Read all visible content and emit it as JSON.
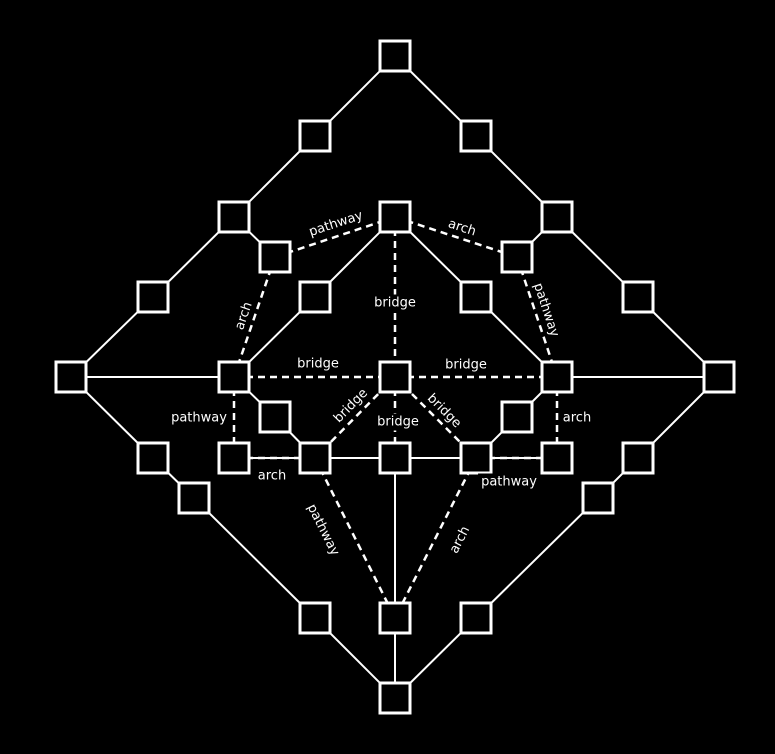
{
  "colors": {
    "background": "#000000",
    "foreground": "#ffffff"
  },
  "nodes": [
    {
      "id": "top"
    },
    {
      "id": "ul1"
    },
    {
      "id": "ur1"
    },
    {
      "id": "ul2"
    },
    {
      "id": "ur2"
    },
    {
      "id": "ul3"
    },
    {
      "id": "ur3"
    },
    {
      "id": "left"
    },
    {
      "id": "right"
    },
    {
      "id": "ll1"
    },
    {
      "id": "lr1"
    },
    {
      "id": "ll2"
    },
    {
      "id": "lr2"
    },
    {
      "id": "ll3"
    },
    {
      "id": "lr3"
    },
    {
      "id": "bottom"
    },
    {
      "id": "itop"
    },
    {
      "id": "ileft"
    },
    {
      "id": "iright"
    },
    {
      "id": "ibottom"
    },
    {
      "id": "center"
    },
    {
      "id": "iul"
    },
    {
      "id": "iur"
    },
    {
      "id": "icl"
    },
    {
      "id": "icr"
    },
    {
      "id": "ilu"
    },
    {
      "id": "iru"
    },
    {
      "id": "ibl"
    },
    {
      "id": "ibr"
    },
    {
      "id": "ilm"
    },
    {
      "id": "irm"
    },
    {
      "id": "icb"
    }
  ],
  "solid_edges": [
    [
      "top",
      "ul1"
    ],
    [
      "ul1",
      "ul2"
    ],
    [
      "ul2",
      "ul3"
    ],
    [
      "ul3",
      "left"
    ],
    [
      "top",
      "ur1"
    ],
    [
      "ur1",
      "ur2"
    ],
    [
      "ur2",
      "ur3"
    ],
    [
      "ur3",
      "right"
    ],
    [
      "left",
      "ll1"
    ],
    [
      "ll1",
      "ll2"
    ],
    [
      "ll2",
      "ll3"
    ],
    [
      "ll3",
      "bottom"
    ],
    [
      "right",
      "lr1"
    ],
    [
      "lr1",
      "lr2"
    ],
    [
      "lr2",
      "lr3"
    ],
    [
      "lr3",
      "bottom"
    ],
    [
      "left",
      "ileft"
    ],
    [
      "iright",
      "right"
    ],
    [
      "ul2",
      "iul"
    ],
    [
      "ur2",
      "iur"
    ],
    [
      "itop",
      "icl"
    ],
    [
      "icl",
      "ileft"
    ],
    [
      "itop",
      "icr"
    ],
    [
      "icr",
      "iright"
    ],
    [
      "ilm",
      "ibl"
    ],
    [
      "ibl",
      "icb"
    ],
    [
      "icb",
      "ibr"
    ],
    [
      "ibr",
      "irm"
    ],
    [
      "icb",
      "ibottom"
    ],
    [
      "ibottom",
      "bottom"
    ],
    [
      "ileft",
      "ilu"
    ],
    [
      "ilu",
      "ibl"
    ],
    [
      "iright",
      "iru"
    ],
    [
      "iru",
      "ibr"
    ]
  ],
  "labeled_edges": [
    {
      "from": "iul",
      "to": "itop",
      "label": "pathway"
    },
    {
      "from": "itop",
      "to": "iur",
      "label": "arch"
    },
    {
      "from": "iul",
      "to": "ileft",
      "label": "arch"
    },
    {
      "from": "iur",
      "to": "iright",
      "label": "pathway"
    },
    {
      "from": "itop",
      "to": "center",
      "label": "bridge"
    },
    {
      "from": "ileft",
      "to": "center",
      "label": "bridge"
    },
    {
      "from": "center",
      "to": "iright",
      "label": "bridge"
    },
    {
      "from": "ileft",
      "to": "ilm",
      "label": "pathway"
    },
    {
      "from": "iright",
      "to": "irm",
      "label": "arch"
    },
    {
      "from": "center",
      "to": "ibl",
      "label": "bridge"
    },
    {
      "from": "center",
      "to": "icb",
      "label": "bridge"
    },
    {
      "from": "center",
      "to": "ibr",
      "label": "bridge"
    },
    {
      "from": "ilm",
      "to": "ibl",
      "label": "arch"
    },
    {
      "from": "ibr",
      "to": "irm",
      "label": "pathway"
    },
    {
      "from": "ibl",
      "to": "ibottom",
      "label": "pathway"
    },
    {
      "from": "ibr",
      "to": "ibottom",
      "label": "arch"
    }
  ]
}
